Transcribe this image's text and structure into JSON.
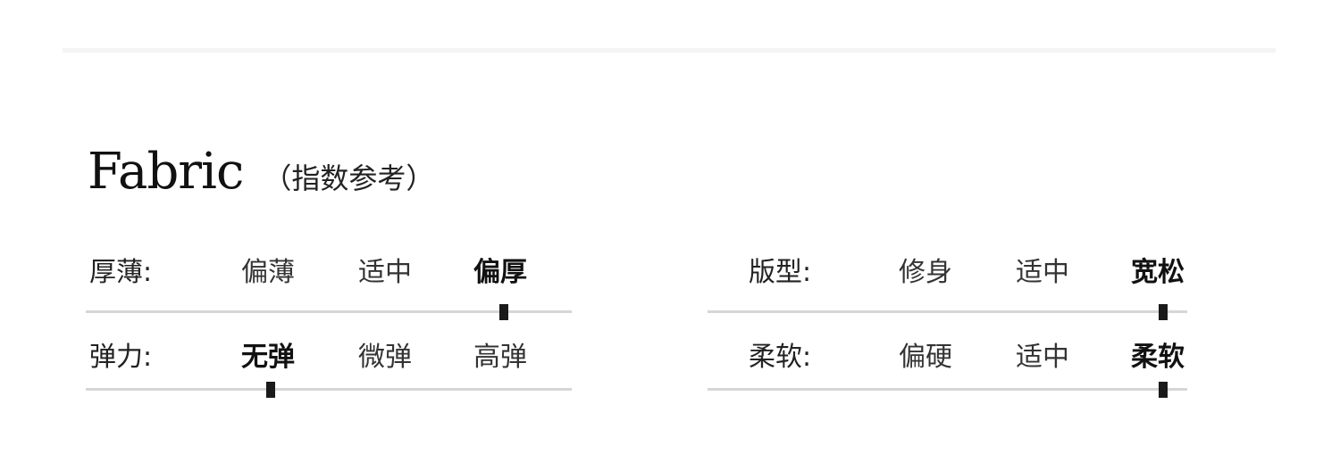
{
  "title": {
    "main": "Fabric",
    "sub": "（指数参考）"
  },
  "attributes": {
    "thickness": {
      "label": "厚薄:",
      "options": [
        "偏薄",
        "适中",
        "偏厚"
      ],
      "selected": "偏厚"
    },
    "fit": {
      "label": "版型:",
      "options": [
        "修身",
        "适中",
        "宽松"
      ],
      "selected": "宽松"
    },
    "elasticity": {
      "label": "弹力:",
      "options": [
        "无弹",
        "微弹",
        "高弹"
      ],
      "selected": "无弹"
    },
    "softness": {
      "label": "柔软:",
      "options": [
        "偏硬",
        "适中",
        "柔软"
      ],
      "selected": "柔软"
    }
  },
  "colors": {
    "track": "#d6d6d6",
    "indicator": "#1a1a1a",
    "divider": "#f4f4f4"
  }
}
